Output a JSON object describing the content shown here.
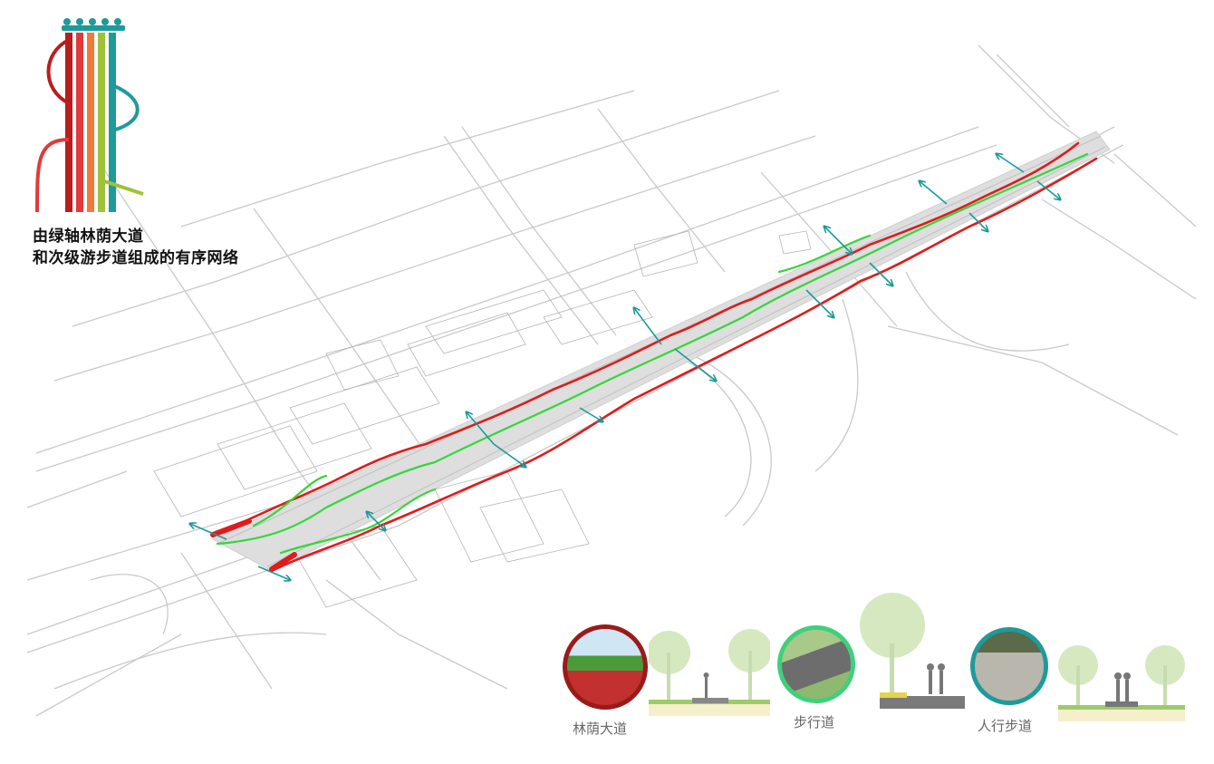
{
  "header": {
    "title_line1": "由绿轴林荫大道",
    "title_line2": "和次级游步道组成的有序网络"
  },
  "legend_captions": [
    {
      "label": "林荫大道",
      "ring_color": "#9a1a1a"
    },
    {
      "label": "步行道",
      "ring_color": "#3fd07a"
    },
    {
      "label": "人行步道",
      "ring_color": "#1f9a9a"
    }
  ],
  "colors": {
    "primary_route": "#e01b1b",
    "secondary_route": "#35d63a",
    "access_arrow": "#1a9a9a",
    "corridor_fill": "#d9d9d9",
    "road_line": "#c4c4c4",
    "logo_stripes": [
      "#b81e1e",
      "#e23a3a",
      "#f07a3a",
      "#9fc23a",
      "#1e9a9a"
    ]
  },
  "icons": {
    "logo": "route-stripes-logo-icon",
    "people": "cyclists-pedestrians-icon"
  }
}
